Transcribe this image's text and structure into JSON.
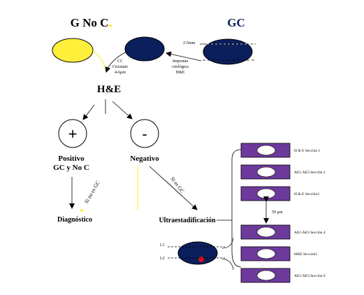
{
  "title_left": "G No C",
  "title_right": "GC",
  "thickness_label": "2-5mm",
  "imprint_label": [
    "Impronta",
    "citológica",
    "H&E"
  ],
  "cc_label": [
    "CC",
    "Criostato",
    "4-6μm"
  ],
  "he_label": "H&E",
  "positive_symbol": "+",
  "negative_symbol": "-",
  "positive_label": [
    "Positivo",
    "GC y No C"
  ],
  "negative_label": "Negativo",
  "si_no_es_gc": "Si no es GC",
  "si_es_gc": "Si es GC",
  "diagnostico": "Diagnóstico",
  "ultraestadificacion": "Ultraestadificación",
  "l1": "L1",
  "l2": "L2",
  "spacing_label": "50 μm",
  "sections": [
    "H & E Sección 1",
    "AE1:AE3 Sección 2",
    "H & E Sección3",
    "AE1:AE3 Sección 4",
    "H&E Sección5",
    "AE1:AE3 Sección 6"
  ],
  "colors": {
    "navy": "#0a1f5c",
    "yellow": "#ffef3a",
    "purple": "#6d3a9c",
    "red": "#e0101a"
  }
}
